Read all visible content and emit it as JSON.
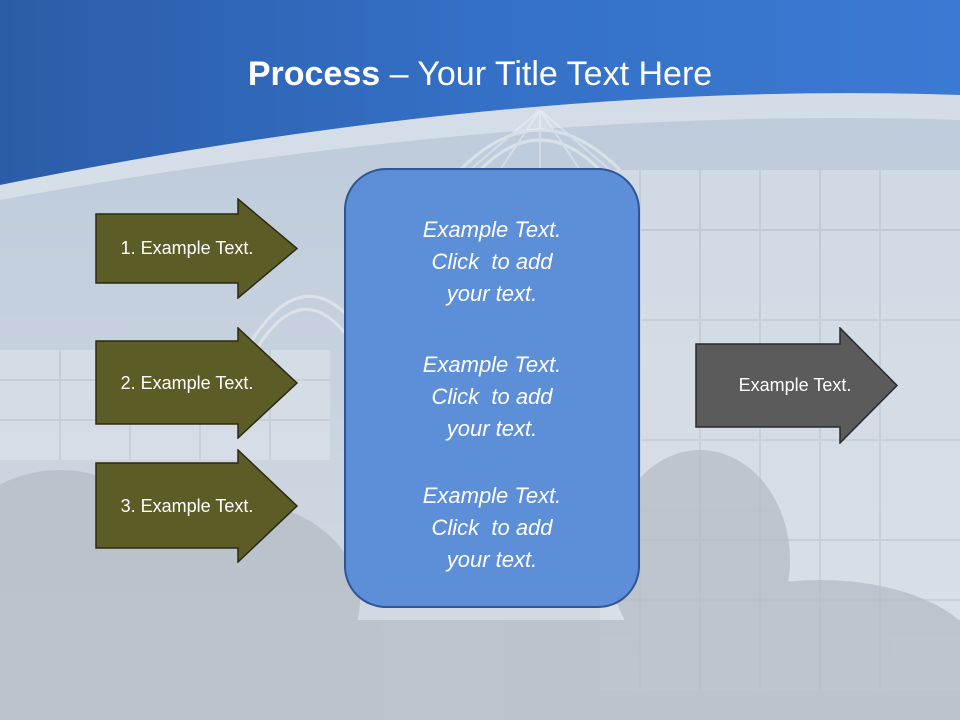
{
  "title": {
    "bold": "Process",
    "rest": " – Your Title Text Here"
  },
  "left_steps": [
    {
      "label": "1. Example Text."
    },
    {
      "label": "2. Example Text."
    },
    {
      "label": "3. Example Text."
    }
  ],
  "center_blocks": [
    {
      "text": "Example Text.\nClick  to add\nyour text."
    },
    {
      "text": "Example Text.\nClick  to add\nyour text."
    },
    {
      "text": "Example Text.\nClick  to add\nyour text."
    }
  ],
  "output_arrow": {
    "label": "Example Text."
  },
  "colors": {
    "header_blue": "#2e67bd",
    "step_arrow_fill": "#5c5c27",
    "output_arrow_fill": "#5b5b5b",
    "center_box_fill": "#5c8fd8"
  }
}
